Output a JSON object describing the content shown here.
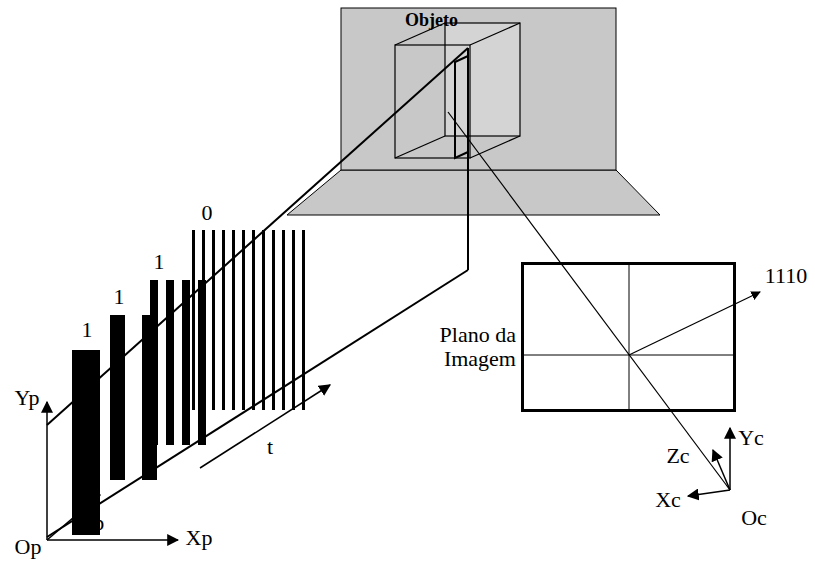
{
  "diagram": {
    "nodes": [
      {
        "text": [
          "Objeto"
        ]
      },
      {
        "text": [
          "Plano da Imagem"
        ]
      }
    ],
    "labels": [
      "1",
      "1",
      "1",
      "0",
      "t",
      "Yp",
      "Zp",
      "Xp",
      "Op",
      "Zc",
      "Yc",
      "Xc",
      "Oc",
      "1110"
    ]
  }
}
